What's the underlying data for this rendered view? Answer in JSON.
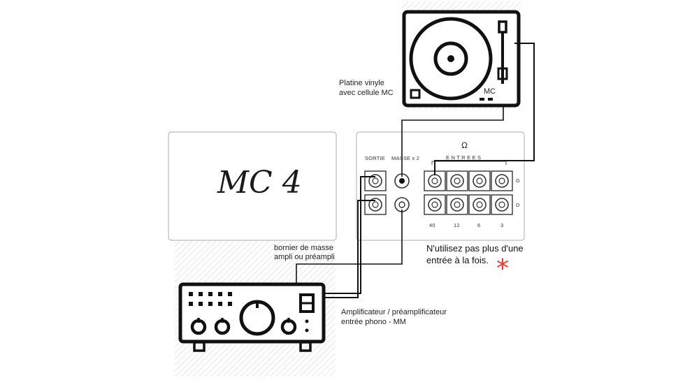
{
  "device": {
    "title": "MC 4",
    "panel": {
      "sortie_label": "SORTIE",
      "masse_label": "MASSE x 2",
      "ohm_symbol": "Ω",
      "entrees_label": "E N T R E E S",
      "channel_g": "G",
      "channel_d": "D",
      "impedances": [
        "40",
        "12",
        "6",
        "3"
      ]
    }
  },
  "turntable": {
    "cartridge_label": "MC",
    "caption_line1": "Platine vinyle",
    "caption_line2": "avec cellule MC"
  },
  "ground": {
    "caption_line1": "bornier de masse",
    "caption_line2": "ampli ou préampli"
  },
  "amplifier": {
    "caption_line1": "Amplificateur / préamplificateur",
    "caption_line2": "entrée phono - MM"
  },
  "warning": {
    "line1": "N'utilisez pas plus d'une",
    "line2": "entrée à la fois.",
    "asterisk": "*"
  },
  "colors": {
    "accent": "#e8392c",
    "line": "#111111",
    "panel_border": "#bbbbbb"
  }
}
